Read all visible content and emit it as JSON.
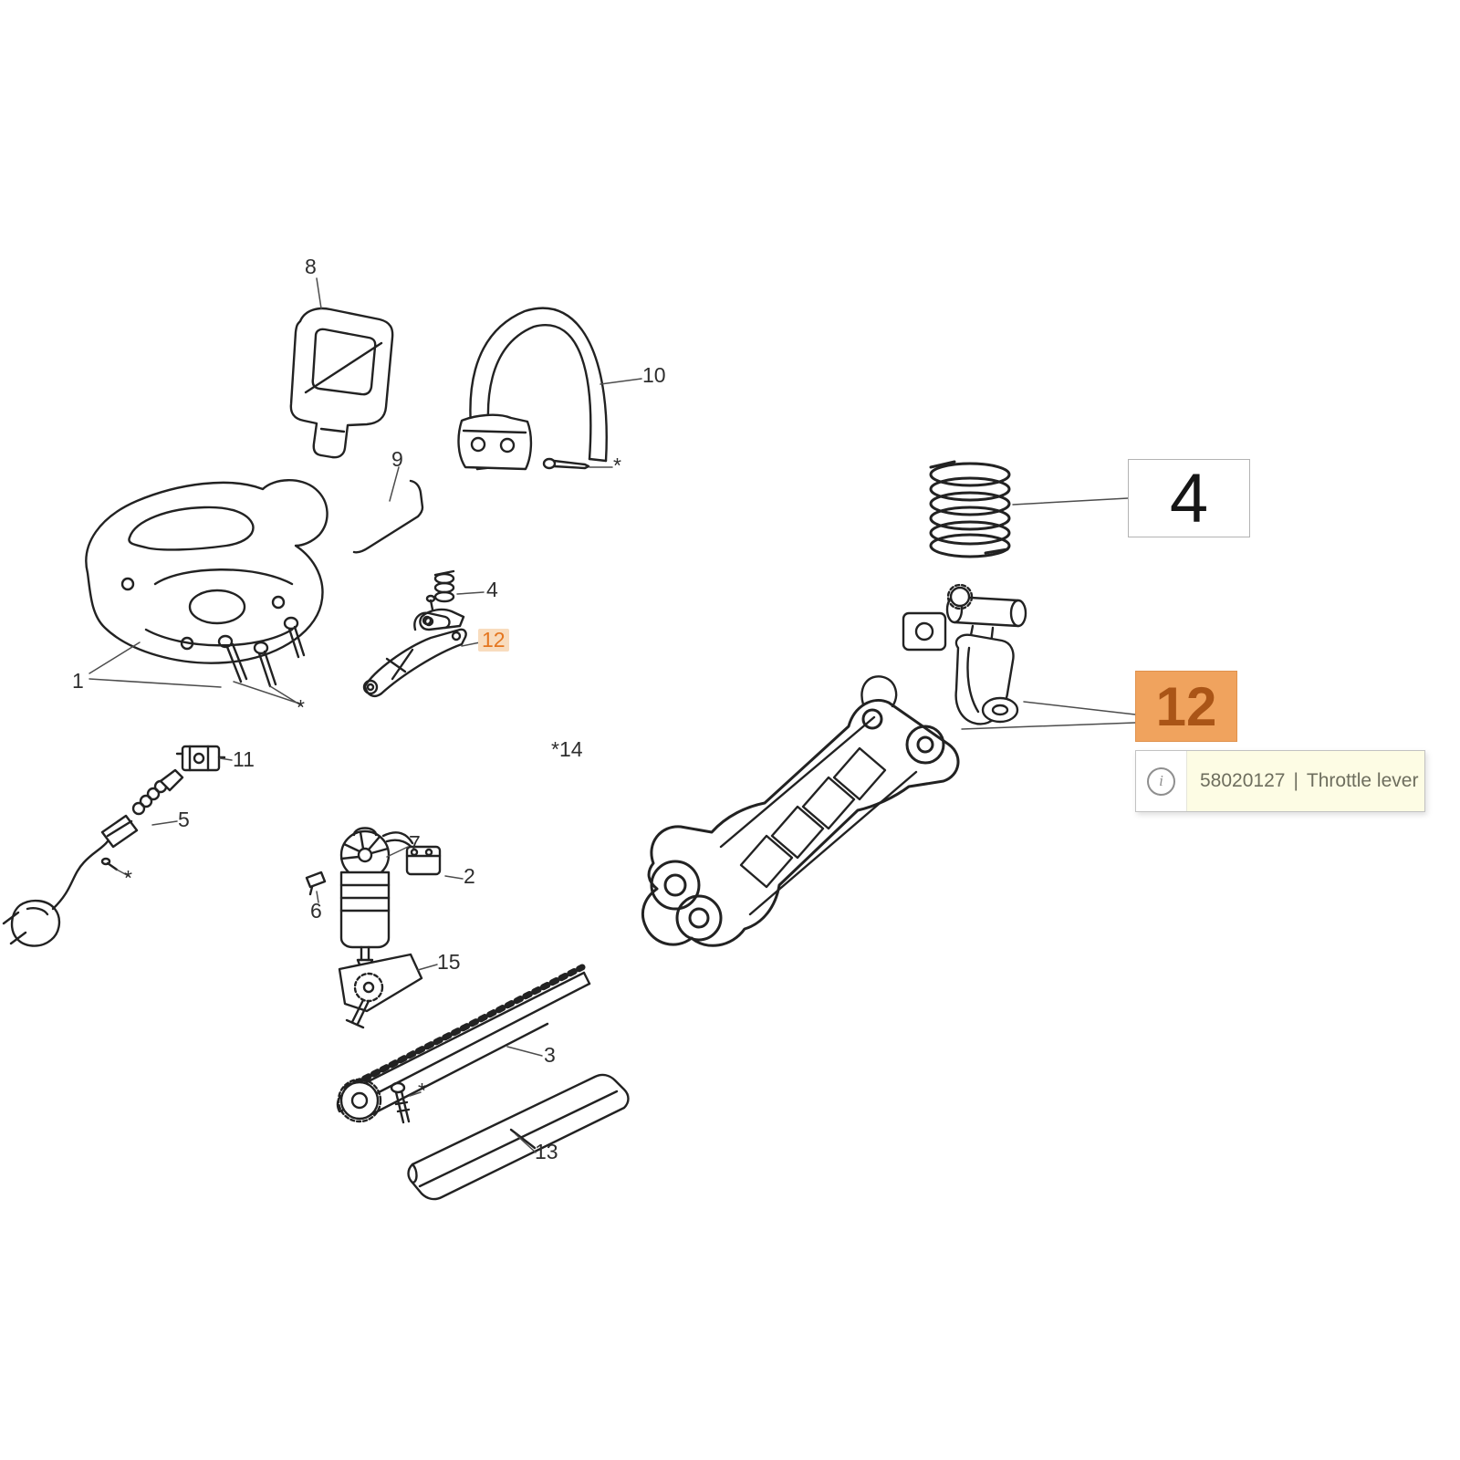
{
  "labels": {
    "part1": "1",
    "part2": "2",
    "part3": "3",
    "part4": "4",
    "part5": "5",
    "part6": "6",
    "part7": "7",
    "part8": "8",
    "part9": "9",
    "part10": "10",
    "part11": "11",
    "part12": "12",
    "part13": "13",
    "part14": "*14",
    "part15": "15",
    "asterisk": "*"
  },
  "callouts": {
    "part4_large": "4",
    "part12_large": "12"
  },
  "tooltip": {
    "part_number": "58020127",
    "divider": "|",
    "part_name": "Throttle lever",
    "icon_glyph": "i"
  },
  "colors": {
    "label_orange": "#e4761f",
    "highlight_bg": "#f0a35e",
    "highlight_text": "#aa5517",
    "highlight_border": "#e0924d",
    "tooltip_bg": "#fdfce4",
    "tooltip_border": "#c2c2c2",
    "tooltip_text": "#6e6e5e",
    "line_color": "#474747"
  }
}
